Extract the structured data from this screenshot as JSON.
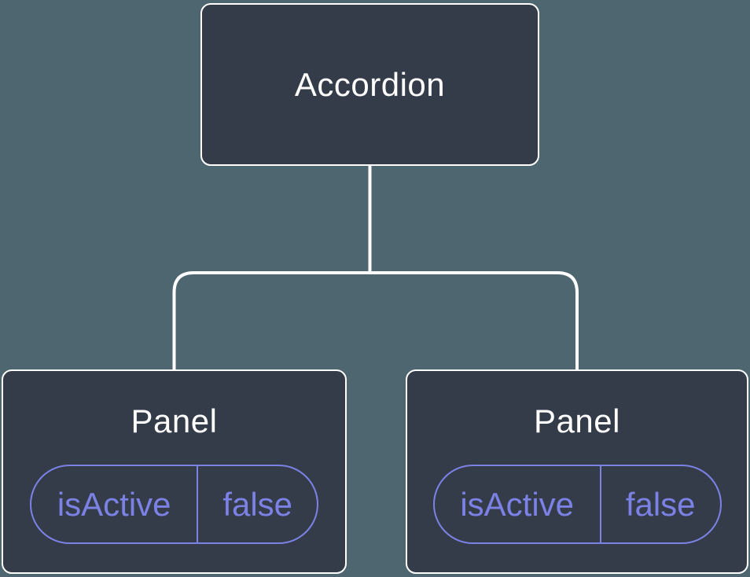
{
  "colors": {
    "background": "#4D6670",
    "node_fill": "#353C49",
    "node_border": "#FFFFFF",
    "node_text": "#FFFFFF",
    "connector": "#FFFFFF",
    "accent": "#7C82E5"
  },
  "tree": {
    "root": {
      "label": "Accordion"
    },
    "children": [
      {
        "label": "Panel",
        "prop": {
          "name": "isActive",
          "value": "false"
        }
      },
      {
        "label": "Panel",
        "prop": {
          "name": "isActive",
          "value": "false"
        }
      }
    ]
  }
}
